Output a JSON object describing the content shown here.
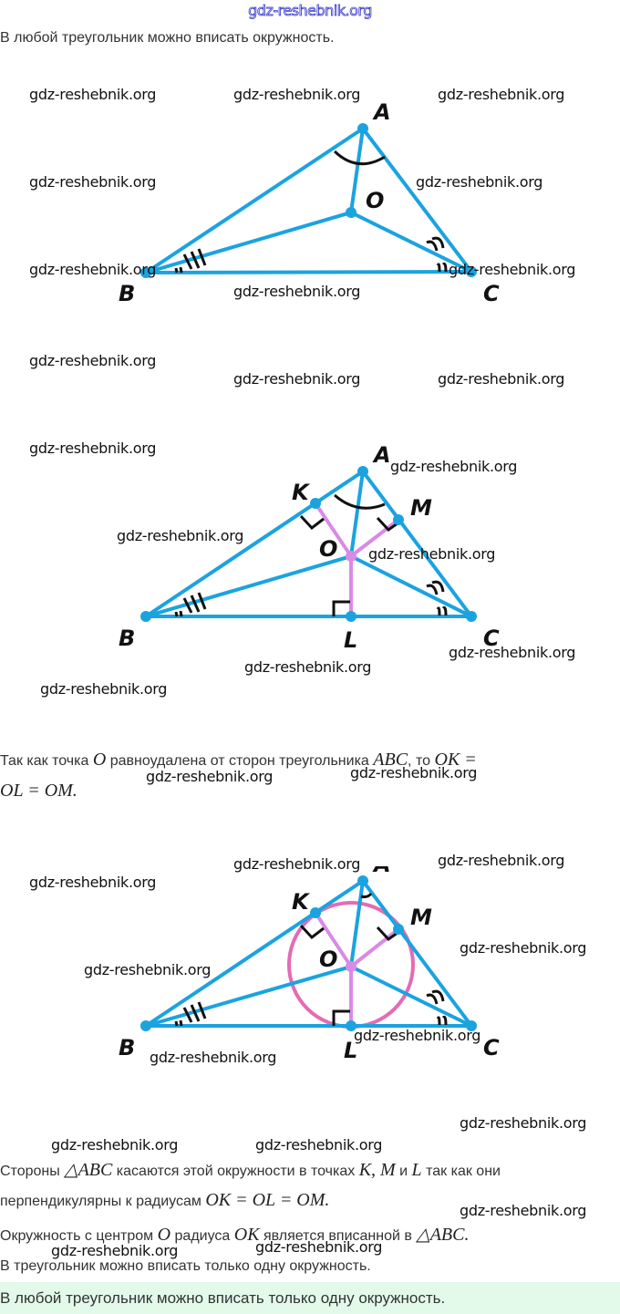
{
  "header": {
    "site": "gdz-reshebnik.org"
  },
  "watermark": "gdz-reshebnik.org",
  "paragraphs": {
    "intro": "В любой треугольник можно вписать окружность.",
    "p2_a": "Так как точка ",
    "p2_O": "O",
    "p2_b": " равноудалена от сторон треугольника ",
    "p2_ABC": "ABC",
    "p2_c": ", то ",
    "p2_eq1": "OK =",
    "p2_eq2": "OL = OM.",
    "p3_a": "Стороны ",
    "p3_tri": "△ABC",
    "p3_b": " касаются этой окружности в точках ",
    "p3_pts": "K, M",
    "p3_c": " и ",
    "p3_L": "L",
    "p3_d": " так как они",
    "p4_a": "перпендикулярны к радиусам ",
    "p4_eq": "OK = OL = OM.",
    "p5_a": "Окружность с центром ",
    "p5_O": "O",
    "p5_b": " радиуса ",
    "p5_OK": "OK",
    "p5_c": " является вписанной в ",
    "p5_tri": "△ABC.",
    "p6": "В треугольник можно вписать только одну окружность."
  },
  "answer": "В любой треугольник можно вписать только одну окружность.",
  "figures": {
    "labels": {
      "A": "A",
      "B": "B",
      "C": "C",
      "O": "O",
      "K": "K",
      "L": "L",
      "M": "M"
    },
    "colors": {
      "triangle": "#1ba3e0",
      "radius": "#d98ae6",
      "circle": "#e46bb4",
      "marks": "#111111"
    }
  }
}
